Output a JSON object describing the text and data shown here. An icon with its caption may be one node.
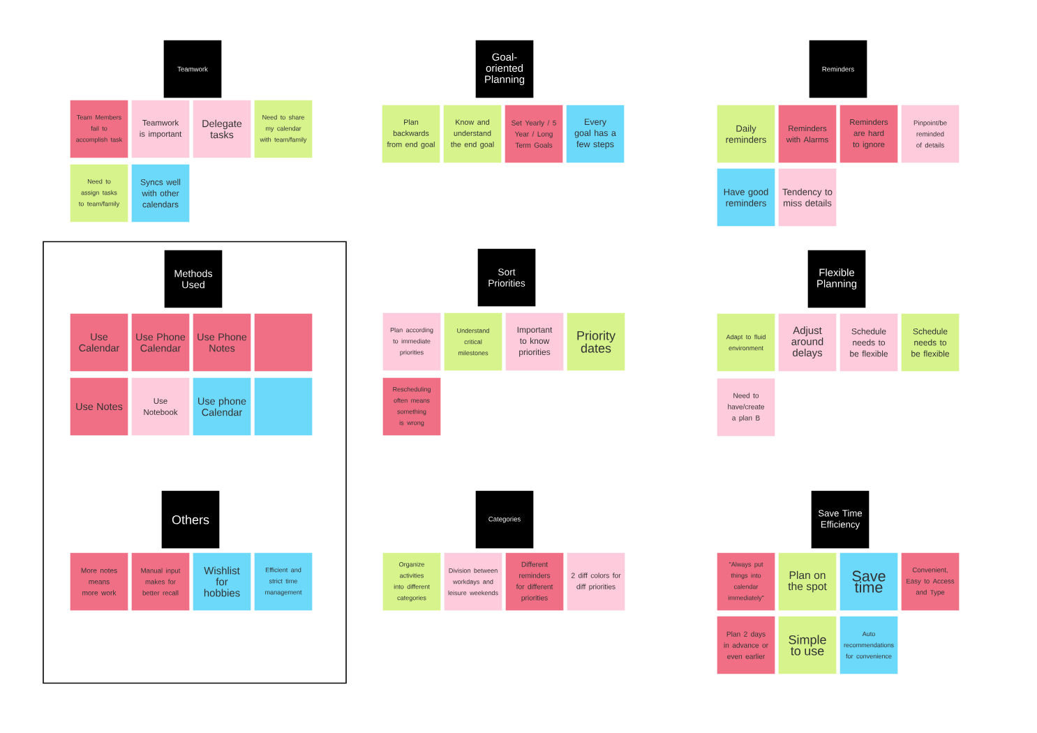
{
  "diagram": {
    "nodes": [
      {
        "text": [
          "Teamwork"
        ]
      },
      {
        "text": [
          "Team Members fail to accomplish task"
        ]
      },
      {
        "text": [
          "Teamwork is important"
        ]
      },
      {
        "text": [
          "Delegate tasks"
        ]
      },
      {
        "text": [
          "Need to share my calendar with team/family"
        ]
      },
      {
        "text": [
          "Need to assign tasks to team/family"
        ]
      },
      {
        "text": [
          "Syncs well with other calendars"
        ]
      },
      {
        "text": [
          "Goal-oriented Planning"
        ]
      },
      {
        "text": [
          "Plan backwards from end goal"
        ]
      },
      {
        "text": [
          "Know and understand the end goal"
        ]
      },
      {
        "text": [
          "Set Yearly / 5 Year / Long Term Goals"
        ]
      },
      {
        "text": [
          "Every goal has a few steps"
        ]
      },
      {
        "text": [
          "Reminders"
        ]
      },
      {
        "text": [
          "Daily reminders"
        ]
      },
      {
        "text": [
          "Reminders with Alarms"
        ]
      },
      {
        "text": [
          "Reminders are hard to ignore"
        ]
      },
      {
        "text": [
          "Pinpoint/be reminded of details"
        ]
      },
      {
        "text": [
          "Have good reminders"
        ]
      },
      {
        "text": [
          "Tendency to miss details"
        ]
      },
      {
        "text": [],
        "shape": "box"
      },
      {
        "text": [
          "Methods Used"
        ],
        "in": 19
      },
      {
        "text": [
          "Use Calendar"
        ],
        "in": 19
      },
      {
        "text": [
          "Use Phone Calendar"
        ],
        "in": 19
      },
      {
        "text": [
          "Use Phone Notes"
        ],
        "in": 19
      },
      {
        "text": [],
        "shape": "box",
        "in": 19
      },
      {
        "text": [
          "Use Notes"
        ],
        "in": 19
      },
      {
        "text": [
          "Use Notebook"
        ],
        "in": 19
      },
      {
        "text": [
          "Use phone Calendar"
        ],
        "in": 19
      },
      {
        "text": [],
        "shape": "box",
        "in": 19
      },
      {
        "text": [
          "Sort Priorities"
        ]
      },
      {
        "text": [
          "Plan according to immediate priorities"
        ]
      },
      {
        "text": [
          "Understand critical milestones"
        ]
      },
      {
        "text": [
          "Important to know priorities"
        ]
      },
      {
        "text": [
          "Priority dates"
        ]
      },
      {
        "text": [
          "Rescheduling often means something is wrong"
        ]
      },
      {
        "text": [
          "Flexible Planning"
        ]
      },
      {
        "text": [
          "Adapt to fluid environment"
        ]
      },
      {
        "text": [
          "Adjust around delays"
        ]
      },
      {
        "text": [
          "Schedule needs to be flexible"
        ]
      },
      {
        "text": [
          "Schedule needs to be flexible"
        ]
      },
      {
        "text": [
          "Need to have/create a plan B"
        ]
      },
      {
        "text": [
          "Others"
        ],
        "in": 19
      },
      {
        "text": [
          "More notes means more work"
        ],
        "in": 19
      },
      {
        "text": [
          "Manual input makes for better recall"
        ],
        "in": 19
      },
      {
        "text": [
          "Wishlist for hobbies"
        ],
        "in": 19
      },
      {
        "text": [
          "Efficient and strict time management"
        ],
        "in": 19
      },
      {
        "text": [
          "Categories"
        ]
      },
      {
        "text": [
          "Organize activities into different categories"
        ]
      },
      {
        "text": [
          "Division between workdays and leisure weekends"
        ]
      },
      {
        "text": [
          "Different reminders for different priorities"
        ]
      },
      {
        "text": [
          "2 diff colors for diff priorities"
        ]
      },
      {
        "text": [
          "Save Time Efficiency"
        ]
      },
      {
        "text": [
          "\"Always put things into calendar immediately\""
        ]
      },
      {
        "text": [
          "Plan on the spot"
        ]
      },
      {
        "text": [
          "Save time"
        ]
      },
      {
        "text": [
          "Convenient, Easy to Access and Type"
        ]
      },
      {
        "text": [
          "Plan 2 days in advance or even earlier"
        ]
      },
      {
        "text": [
          "Simple to use"
        ]
      },
      {
        "text": [
          "Auto recommendations for convenience"
        ]
      }
    ]
  }
}
